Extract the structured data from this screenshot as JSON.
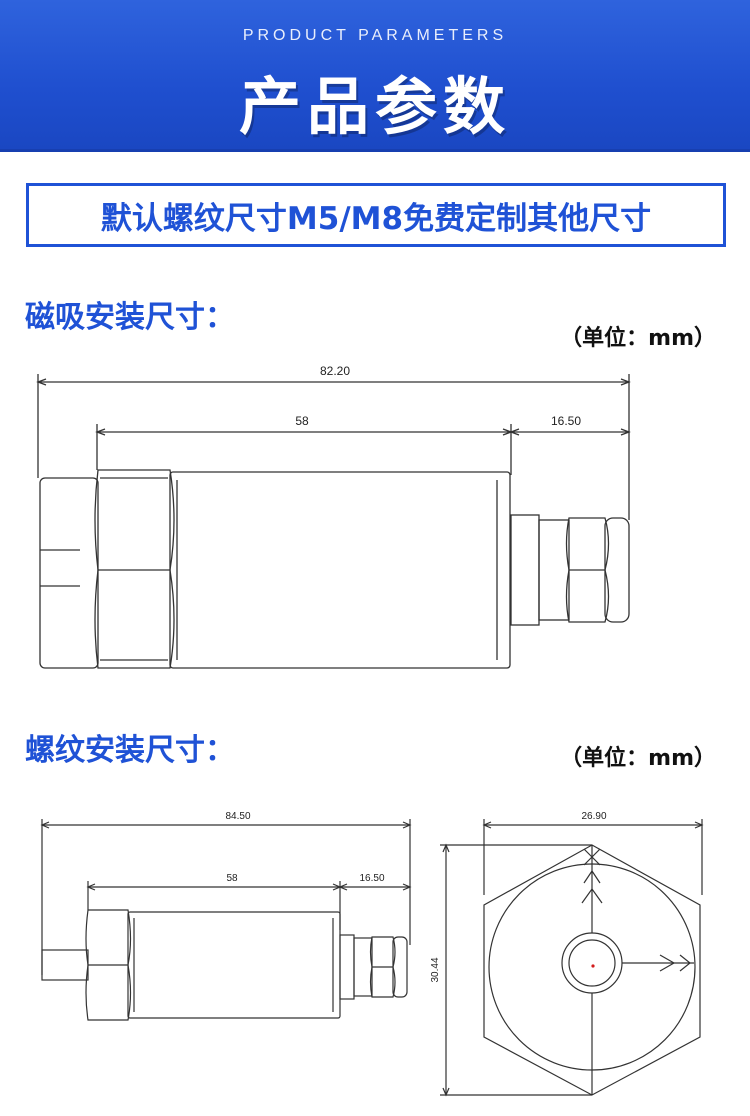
{
  "header": {
    "subtitle_en": "PRODUCT PARAMETERS",
    "title_cn": "产品参数"
  },
  "banner": {
    "text": "默认螺纹尺寸M5/M8免费定制其他尺寸"
  },
  "magnetic": {
    "title": "磁吸安装尺寸：",
    "unit": "（单位：mm）",
    "dims": {
      "overall": "82.20",
      "body": "58",
      "cable": "16.50"
    }
  },
  "thread": {
    "title": "螺纹安装尺寸：",
    "unit": "（单位：mm）",
    "side_dims": {
      "overall": "84.50",
      "body": "58",
      "cable": "16.50"
    },
    "end_dims": {
      "width": "26.90",
      "height": "30.44"
    }
  },
  "colors": {
    "brand_blue": "#1f52d6",
    "line": "#333333"
  }
}
